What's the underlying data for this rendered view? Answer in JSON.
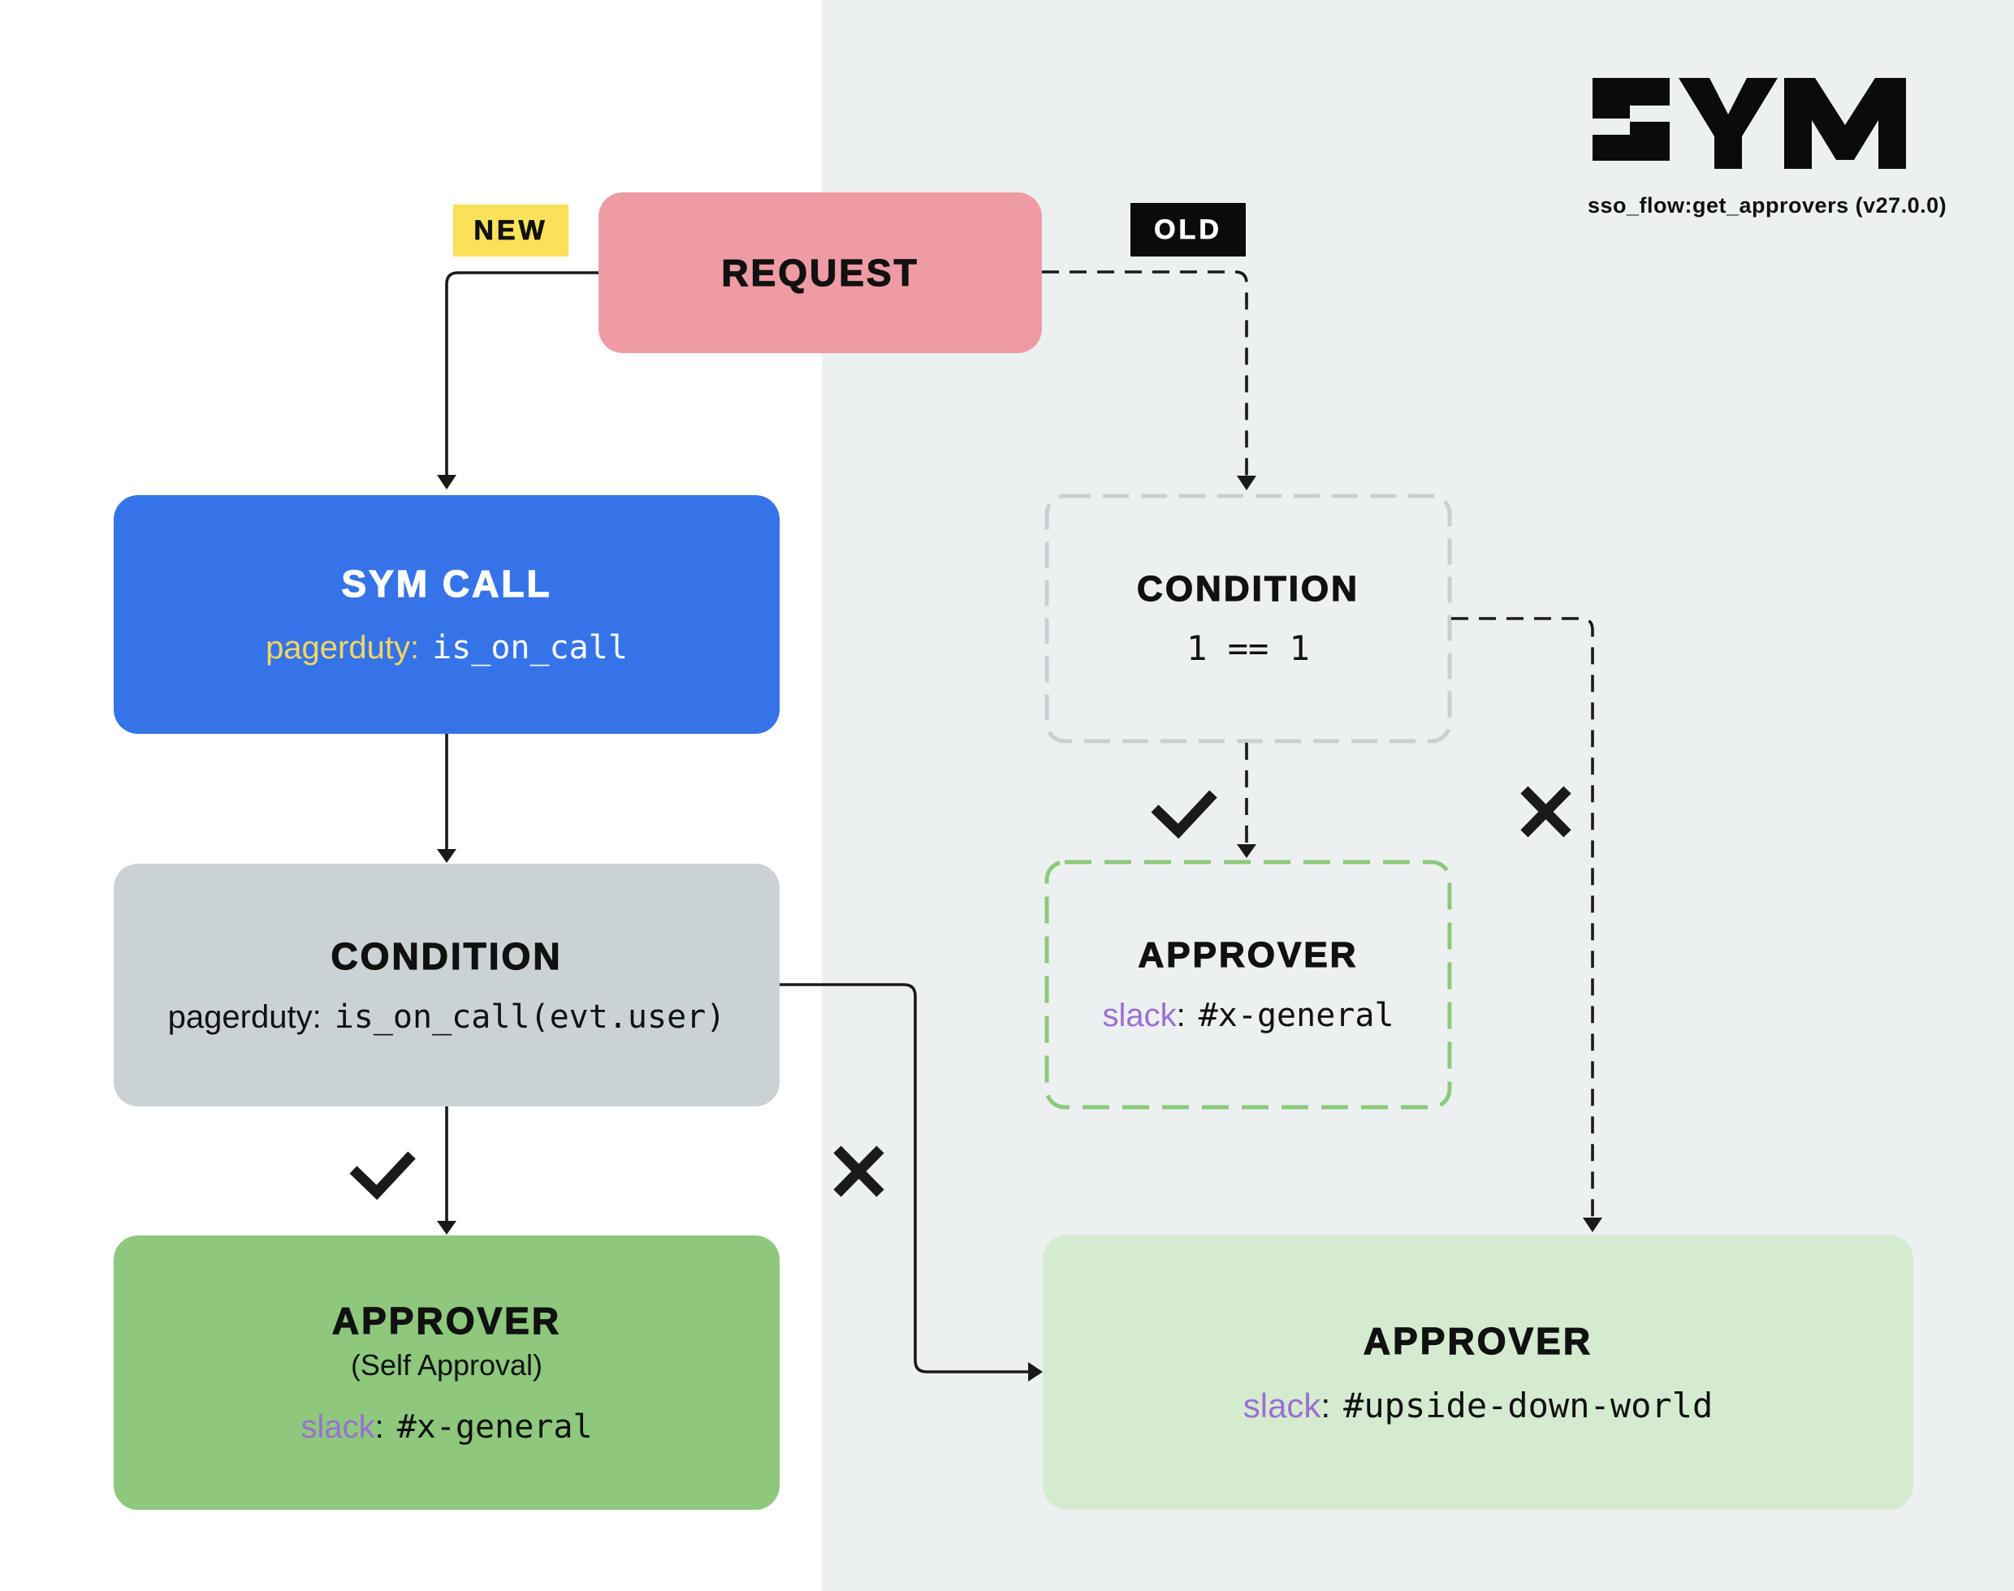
{
  "logo": {
    "brand": "SYM",
    "subtitle": "sso_flow:get_approvers (v27.0.0)"
  },
  "badges": {
    "new": "NEW",
    "old": "OLD"
  },
  "nodes": {
    "request": {
      "title": "REQUEST"
    },
    "sym_call": {
      "title": "SYM CALL",
      "key": "pagerduty:",
      "value": "is_on_call"
    },
    "condition_new": {
      "title": "CONDITION",
      "key": "pagerduty:",
      "value": "is_on_call(evt.user)"
    },
    "approver_new": {
      "title": "APPROVER",
      "subtitle": "(Self Approval)",
      "key": "slack",
      "sep": ":",
      "value": "#x-general"
    },
    "condition_old": {
      "title": "CONDITION",
      "value": "1 == 1"
    },
    "approver_old_pass": {
      "title": "APPROVER",
      "key": "slack",
      "sep": ":",
      "value": "#x-general"
    },
    "approver_old_fail": {
      "title": "APPROVER",
      "key": "slack",
      "sep": ":",
      "value": "#upside-down-world"
    }
  },
  "icons": {
    "pass": "check-icon",
    "fail": "x-icon"
  },
  "colors": {
    "page_bg_left": "#FFFFFF",
    "page_bg_right": "#ECF0F1",
    "request_pink": "#EF9BA3",
    "badge_yellow": "#F9E15A",
    "badge_black": "#0B0B0B",
    "sym_blue": "#3574E8",
    "condition_gray": "#CAD2D5",
    "approver_green": "#8DC87C",
    "approver_green_light": "#D5EBD0",
    "dashed_gray": "#C9CFD2",
    "dashed_green": "#8CC97B",
    "accent_yellow_text": "#F5D55F",
    "accent_purple_text": "#9B6FD3",
    "line_black": "#1A1A1A",
    "logo_black": "#0B0B0B"
  }
}
